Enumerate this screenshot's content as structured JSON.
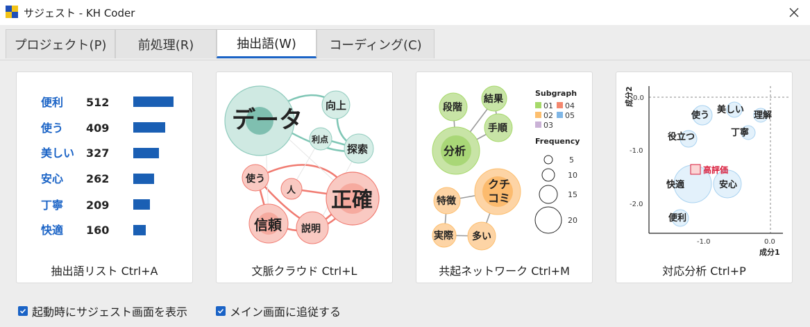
{
  "window": {
    "title": "サジェスト - KH Coder"
  },
  "tabs": [
    {
      "label": "プロジェクト(P)"
    },
    {
      "label": "前処理(R)"
    },
    {
      "label": "抽出語(W)"
    },
    {
      "label": "コーディング(C)"
    }
  ],
  "cards": {
    "word_list": {
      "label": "抽出語リスト  Ctrl+A",
      "rows": [
        {
          "word": "便利",
          "count": "512"
        },
        {
          "word": "使う",
          "count": "409"
        },
        {
          "word": "美しい",
          "count": "327"
        },
        {
          "word": "安心",
          "count": "262"
        },
        {
          "word": "丁寧",
          "count": "209"
        },
        {
          "word": "快適",
          "count": "160"
        }
      ]
    },
    "context_cloud": {
      "label": "文脈クラウド  Ctrl+L",
      "words": {
        "data": "データ",
        "koujou": "向上",
        "riten": "利点",
        "tansaku": "探索",
        "tsukau": "使う",
        "hito": "人",
        "seikaku": "正確",
        "shinrai": "信頼",
        "setsumei": "説明"
      }
    },
    "cooccurrence": {
      "label": "共起ネットワーク  Ctrl+M",
      "words": {
        "dankai": "段階",
        "kekka": "結果",
        "tejun": "手順",
        "bunseki": "分析",
        "kuchikomi1": "クチ",
        "kuchikomi2": "コミ",
        "tokuchou": "特徴",
        "jissai": "実際",
        "ooi": "多い"
      },
      "subgraph_title": "Subgraph",
      "subgraphs": [
        "01",
        "02",
        "03",
        "04",
        "05"
      ],
      "frequency_title": "Frequency",
      "frequencies": [
        "5",
        "10",
        "15",
        "20"
      ],
      "colors": {
        "01": "#a6d96a",
        "02": "#fdbf6f",
        "03": "#cab2d6",
        "04": "#f4876e",
        "05": "#7fb6e6"
      }
    },
    "correspondence": {
      "label": "対応分析  Ctrl+P",
      "axis_y_label": "成分2",
      "axis_x_label": "成分1",
      "y_ticks": [
        "0.0",
        "-1.0",
        "-2.0"
      ],
      "x_ticks": [
        "-1.0",
        "0.0"
      ],
      "words": {
        "tsukau": "使う",
        "utsukushii": "美しい",
        "rikai": "理解",
        "yakudatsu": "役立つ",
        "teinei": "丁寧",
        "kouhyouka": "高評価",
        "kaiteki": "快適",
        "anshin": "安心",
        "benri": "便利"
      }
    }
  },
  "options": {
    "show_on_start": "起動時にサジェスト画面を表示",
    "follow_main": "メイン画面に追従する"
  },
  "colors": {
    "accent": "#1a63c6",
    "highlight": "#d81b3a"
  }
}
